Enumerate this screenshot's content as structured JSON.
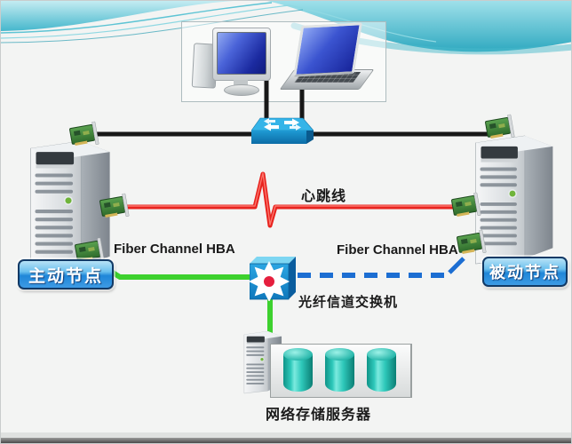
{
  "diagram": {
    "type": "network-topology",
    "labels": {
      "active_node": "主动节点",
      "passive_node": "被动节点",
      "heartbeat_line": "心跳线",
      "fiber_hba_left": "Fiber Channel HBA",
      "fiber_hba_right": "Fiber Channel HBA",
      "fiber_switch": "光纤信道交换机",
      "storage_server": "网络存储服务器"
    },
    "colors": {
      "heartbeat_red": "#e8231e",
      "fiber_green": "#3dd12e",
      "standby_blue": "#1c6ed2",
      "lan_black": "#1a1a1a",
      "badge_blue": "#2b8fe0",
      "badge_border": "#123a66",
      "wave_teal": "#49b9cc",
      "switch_blue": "#2fb0e6",
      "disk_teal": "#2ec8ba"
    },
    "icons": {
      "desktop_computer": "desktop-computer-icon",
      "laptop": "laptop-icon",
      "ethernet_switch": "ethernet-switch-icon",
      "active_server": "server-tower-icon",
      "passive_server": "server-tower-icon",
      "hba_card": "hba-card-icon",
      "fc_switch": "fc-switch-icon",
      "storage_tower": "storage-server-icon",
      "disk_array": "disk-array-icon"
    }
  }
}
